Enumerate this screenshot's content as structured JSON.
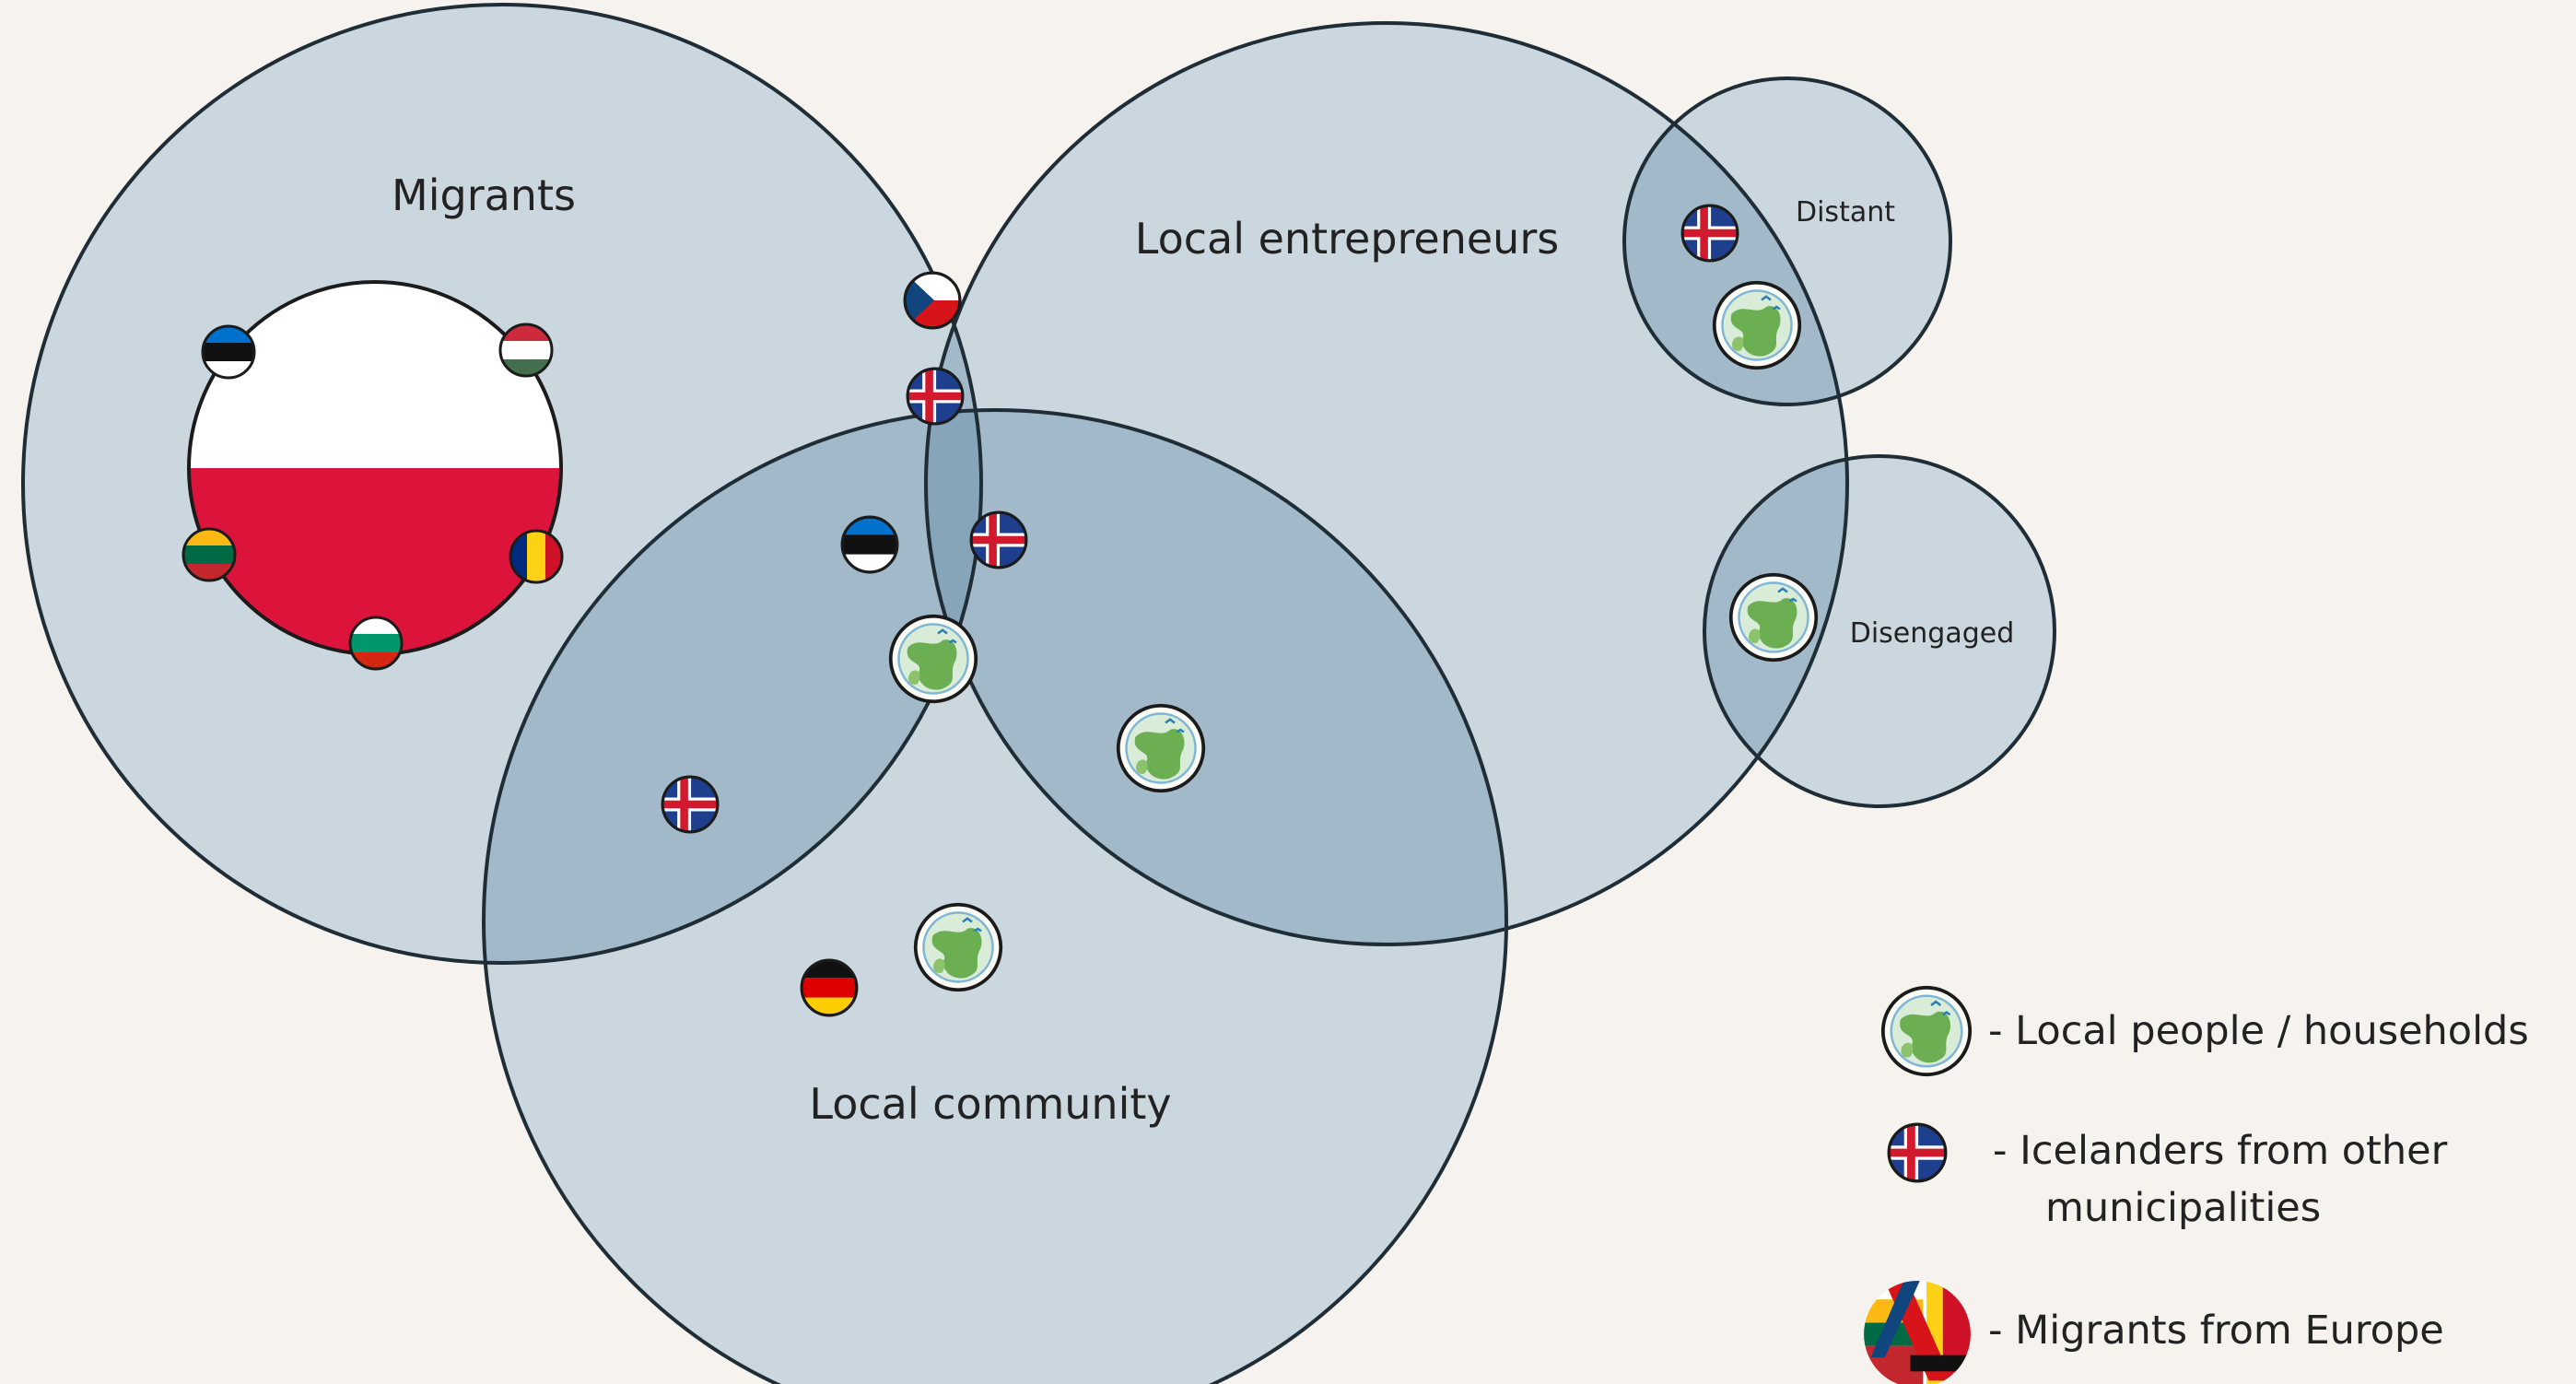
{
  "groups": {
    "migrants": "Migrants",
    "entrepreneurs": "Local entrepreneurs",
    "community": "Local community",
    "distant": "Distant",
    "disengaged": "Disengaged"
  },
  "legend": {
    "local": "- Local people / households",
    "iceland_line1": "- Icelanders from other",
    "iceland_line2": "municipalities",
    "europe": "- Migrants from Europe"
  },
  "colors": {
    "background": "#f6f3ee",
    "circle_fill": "#cbd7df",
    "outline": "#1f2d36",
    "overlap_fill": "#6f93a7"
  },
  "icons": [
    "local-household-icon",
    "iceland-flag-icon",
    "czech-flag-icon",
    "estonia-flag-icon",
    "hungary-flag-icon",
    "lithuania-flag-icon",
    "romania-flag-icon",
    "bulgaria-flag-icon",
    "poland-flag-icon",
    "germany-flag-icon",
    "europe-migrants-icon"
  ]
}
